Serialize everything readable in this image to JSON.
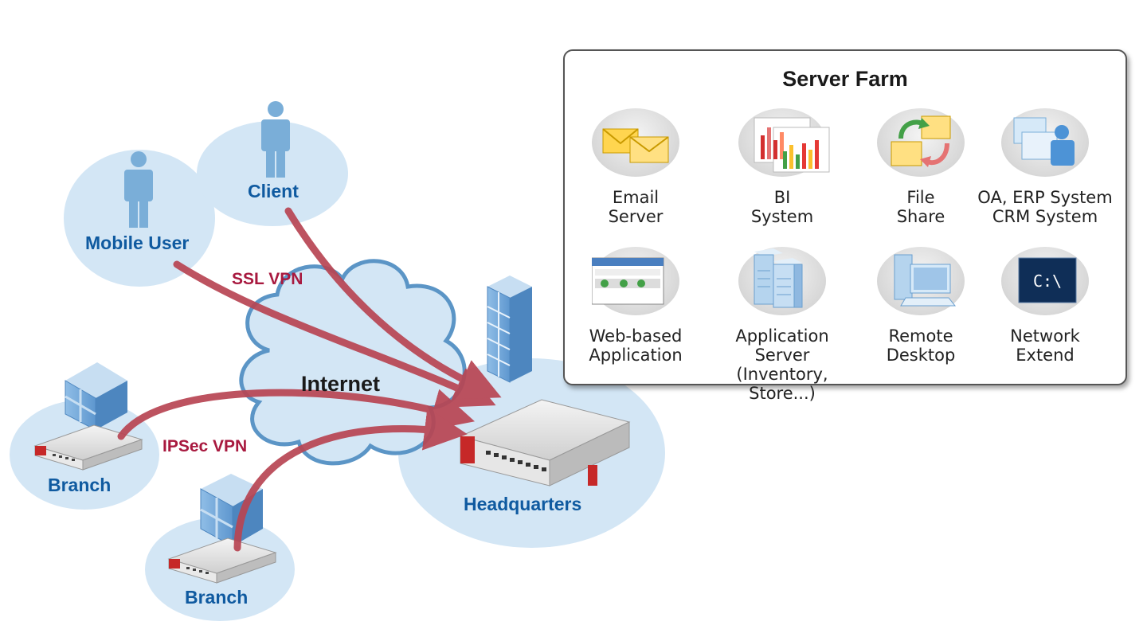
{
  "nodes": {
    "mobile_user": "Mobile User",
    "client": "Client",
    "internet": "Internet",
    "branch_1": "Branch",
    "branch_2": "Branch",
    "headquarters": "Headquarters"
  },
  "links": {
    "ssl_vpn": "SSL VPN",
    "ipsec_vpn": "IPSec VPN"
  },
  "server_farm": {
    "title": "Server Farm",
    "items": [
      {
        "line1": "Email",
        "line2": "Server",
        "icon": "email-icon"
      },
      {
        "line1": "BI",
        "line2": "System",
        "icon": "bar-chart-icon"
      },
      {
        "line1": "File",
        "line2": "Share",
        "icon": "file-share-icon"
      },
      {
        "line1": "OA, ERP System",
        "line2": "CRM System",
        "icon": "user-desk-icon"
      },
      {
        "line1": "Web-based",
        "line2": "Application",
        "icon": "browser-window-icon"
      },
      {
        "line1": "Application Server",
        "line2": "(Inventory, Store...)",
        "icon": "server-rack-icon"
      },
      {
        "line1": "Remote",
        "line2": "Desktop",
        "icon": "desktop-computer-icon"
      },
      {
        "line1": "Network",
        "line2": "Extend",
        "icon": "command-prompt-icon"
      }
    ],
    "cmd_text": "C:\\"
  },
  "colors": {
    "cloud_fill": "#d3e6f5",
    "label_blue": "#0f5aa0",
    "vpn_red": "#a8193f",
    "arrow_red": "#b84553"
  }
}
